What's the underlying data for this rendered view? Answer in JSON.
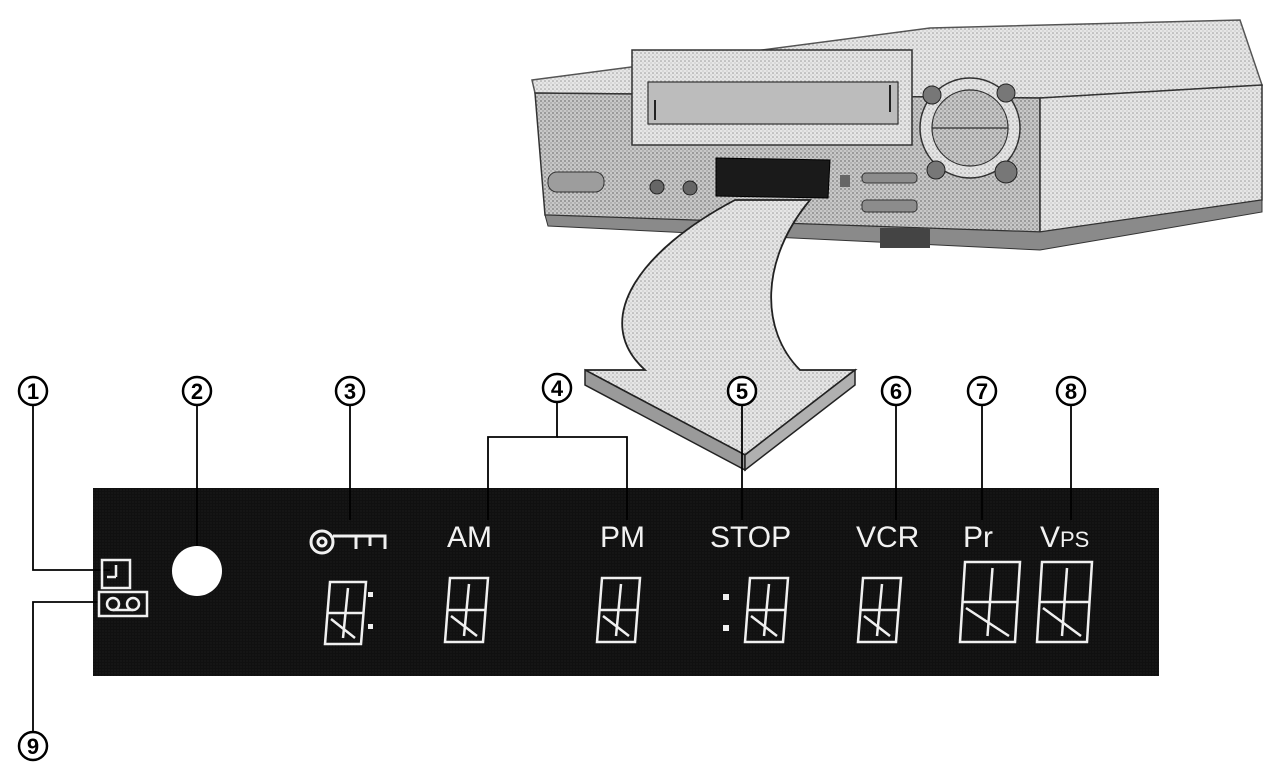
{
  "callouts": [
    "1",
    "2",
    "3",
    "4",
    "5",
    "6",
    "7",
    "8",
    "9"
  ],
  "display": {
    "labels": {
      "am": "AM",
      "pm": "PM",
      "stop": "STOP",
      "vcr": "VCR",
      "pr": "Pr",
      "vps_v": "V",
      "vps_ps": "PS"
    },
    "icons": [
      "timer-icon",
      "disc-indicator",
      "key-icon",
      "cassette-icon"
    ]
  },
  "colors": {
    "panel": "#111111",
    "vcr_body": "#d9d9d9",
    "line": "#000000"
  }
}
